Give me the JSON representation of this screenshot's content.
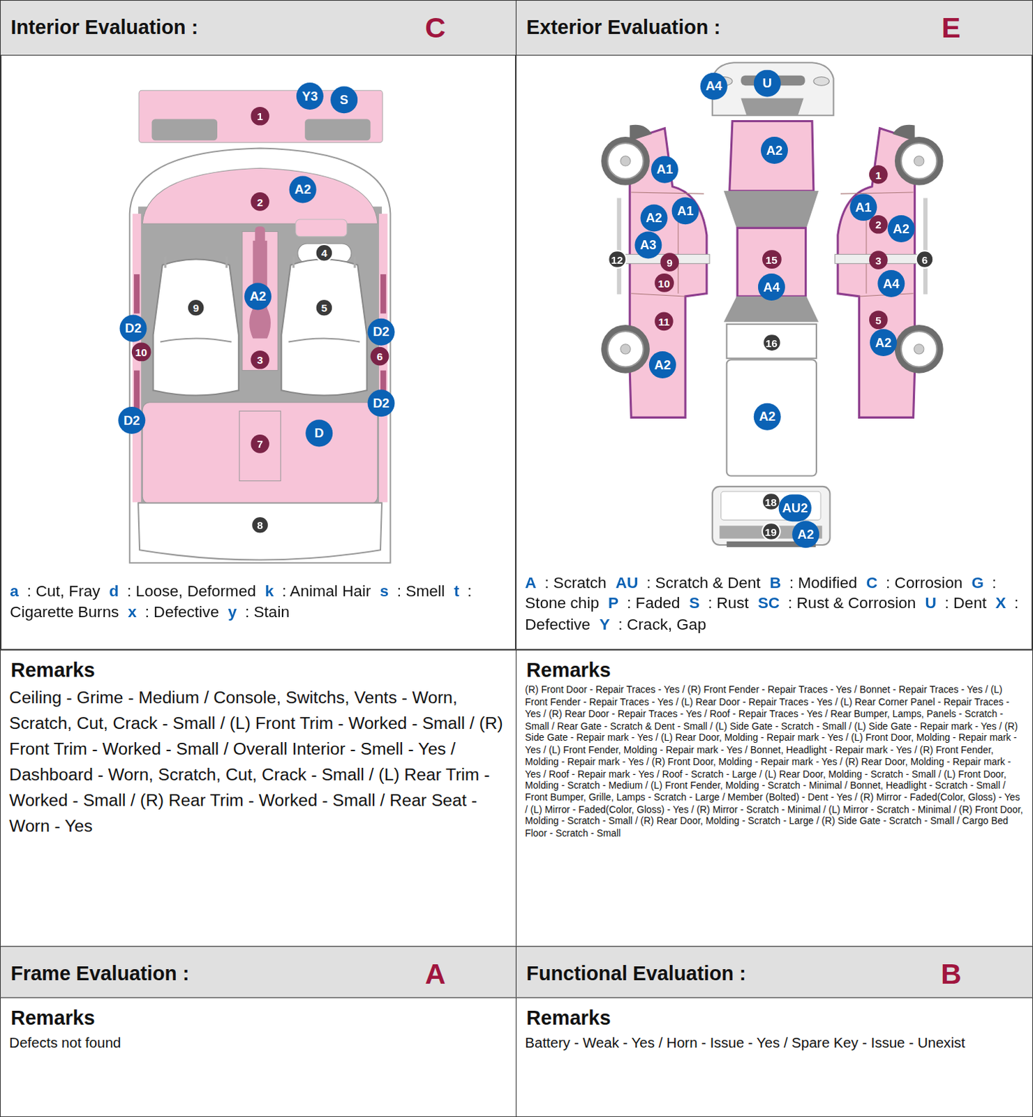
{
  "diagram": {
    "nodes": [
      {
        "text": [
          "Interior Evaluation :",
          "C"
        ]
      },
      {
        "text": [
          "Exterior Evaluation :",
          "E"
        ]
      },
      {
        "text": [
          "Y3"
        ]
      },
      {
        "text": [
          "S"
        ]
      },
      {
        "text": [
          "1"
        ]
      },
      {
        "text": [
          "A2"
        ]
      },
      {
        "text": [
          "2"
        ]
      },
      {
        "text": [
          "4"
        ]
      },
      {
        "text": [
          "A2"
        ]
      },
      {
        "text": [
          "9"
        ]
      },
      {
        "text": [
          "5"
        ]
      },
      {
        "text": [
          "D2"
        ]
      },
      {
        "text": [
          "D2"
        ]
      },
      {
        "text": [
          "10"
        ]
      },
      {
        "text": [
          "6"
        ]
      },
      {
        "text": [
          "3"
        ]
      },
      {
        "text": [
          "D2"
        ]
      },
      {
        "text": [
          "D2"
        ]
      },
      {
        "text": [
          "D"
        ]
      },
      {
        "text": [
          "7"
        ]
      },
      {
        "text": [
          "8"
        ]
      },
      {
        "text": [
          "A4"
        ]
      },
      {
        "text": [
          "U"
        ]
      },
      {
        "text": [
          "A2"
        ]
      },
      {
        "text": [
          "A1"
        ]
      },
      {
        "text": [
          "1"
        ]
      },
      {
        "text": [
          "A1"
        ]
      },
      {
        "text": [
          "A1"
        ]
      },
      {
        "text": [
          "A2"
        ]
      },
      {
        "text": [
          "2"
        ]
      },
      {
        "text": [
          "A2"
        ]
      },
      {
        "text": [
          "A3"
        ]
      },
      {
        "text": [
          "12"
        ]
      },
      {
        "text": [
          "9"
        ]
      },
      {
        "text": [
          "15"
        ]
      },
      {
        "text": [
          "3"
        ]
      },
      {
        "text": [
          "6"
        ]
      },
      {
        "text": [
          "10"
        ]
      },
      {
        "text": [
          "A4"
        ]
      },
      {
        "text": [
          "A4"
        ]
      },
      {
        "text": [
          "5"
        ]
      },
      {
        "text": [
          "11"
        ]
      },
      {
        "text": [
          "16"
        ]
      },
      {
        "text": [
          "A2"
        ]
      },
      {
        "text": [
          "A2"
        ]
      },
      {
        "text": [
          "A2"
        ]
      },
      {
        "text": [
          "18"
        ]
      },
      {
        "text": [
          "AU2"
        ]
      },
      {
        "text": [
          "19"
        ]
      },
      {
        "text": [
          "A2"
        ]
      },
      {
        "text": [
          "Remarks",
          "Ceiling - Grime - Medium / Console, Switchs, Vents - Worn, Scratch, Cut, Crack - Small / (L) Front Trim - Worked - Small / (R) Front Trim - Worked - Small / Overall Interior - Smell - Yes / Dashboard - Worn, Scratch, Cut, Crack - Small / (L) Rear Trim - Worked - Small / (R) Rear Trim - Worked - Small / Rear Seat - Worn - Yes"
        ]
      },
      {
        "text": [
          "Remarks",
          "(R) Front Door - Repair Traces - Yes / (R) Front Fender - Repair Traces - Yes / Bonnet - Repair Traces - Yes / (L) Front Fender - Repair Traces - Yes / (L) Rear Door - Repair Traces - Yes / (L) Rear Corner Panel - Repair Traces - Yes / (R) Rear Door - Repair Traces - Yes / Roof - Repair Traces - Yes / Rear Bumper, Lamps, Panels - Scratch - Small / Rear Gate - Scratch & Dent - Small / (L) Side Gate - Scratch - Small / (L) Side Gate - Repair mark - Yes / (R) Side Gate - Repair mark - Yes / (L) Rear Door, Molding - Repair mark - Yes / (L) Front Door, Molding - Repair mark - Yes / (L) Front Fender, Molding - Repair mark - Yes / Bonnet, Headlight - Repair mark - Yes / (R) Front Fender, Molding - Repair mark - Yes / (R) Front Door, Molding - Repair mark - Yes / (R) Rear Door, Molding - Repair mark - Yes / Roof - Repair mark - Yes / Roof - Scratch - Large / (L) Rear Door, Molding - Scratch - Small / (L) Front Door, Molding - Scratch - Medium / (L) Front Fender, Molding - Scratch - Minimal / Bonnet, Headlight - Scratch - Small / Front Bumper, Grille, Lamps - Scratch - Large / Member (Bolted) - Dent - Yes / (R) Mirror - Faded(Color, Gloss) - Yes / (L) Mirror - Faded(Color, Gloss) - Yes / (R) Mirror - Scratch - Minimal / (L) Mirror - Scratch - Minimal / (R) Front Door, Molding - Scratch - Small / (R) Rear Door, Molding - Scratch - Large / (R) Side Gate - Scratch - Small / Cargo Bed Floor - Scratch - Small"
        ]
      },
      {
        "text": [
          "Frame Evaluation :",
          "A"
        ]
      },
      {
        "text": [
          "Functional Evaluation :",
          "B"
        ]
      },
      {
        "text": [
          "Remarks",
          "Defects not found"
        ]
      },
      {
        "text": [
          "Remarks",
          "Battery - Weak - Yes / Horn - Issue - Yes / Spare Key - Issue - Unexist"
        ]
      }
    ],
    "labels": [
      "a",
      ": Cut, Fray",
      "d",
      ": Loose, Deformed",
      "k",
      ": Animal Hair",
      "s",
      ": Smell",
      "t",
      ": Cigarette Burns",
      "x",
      ": Defective",
      "y",
      ": Stain",
      "A",
      ": Scratch",
      "AU",
      ": Scratch & Dent",
      "B",
      ": Modified",
      "C",
      ": Corrosion",
      "G",
      ": Stone chip",
      "P",
      ": Faded",
      "S",
      ": Rust",
      "SC",
      ": Rust & Corrosion",
      "U",
      ": Dent",
      "X",
      ": Defective",
      "Y",
      ": Crack, Gap"
    ]
  }
}
